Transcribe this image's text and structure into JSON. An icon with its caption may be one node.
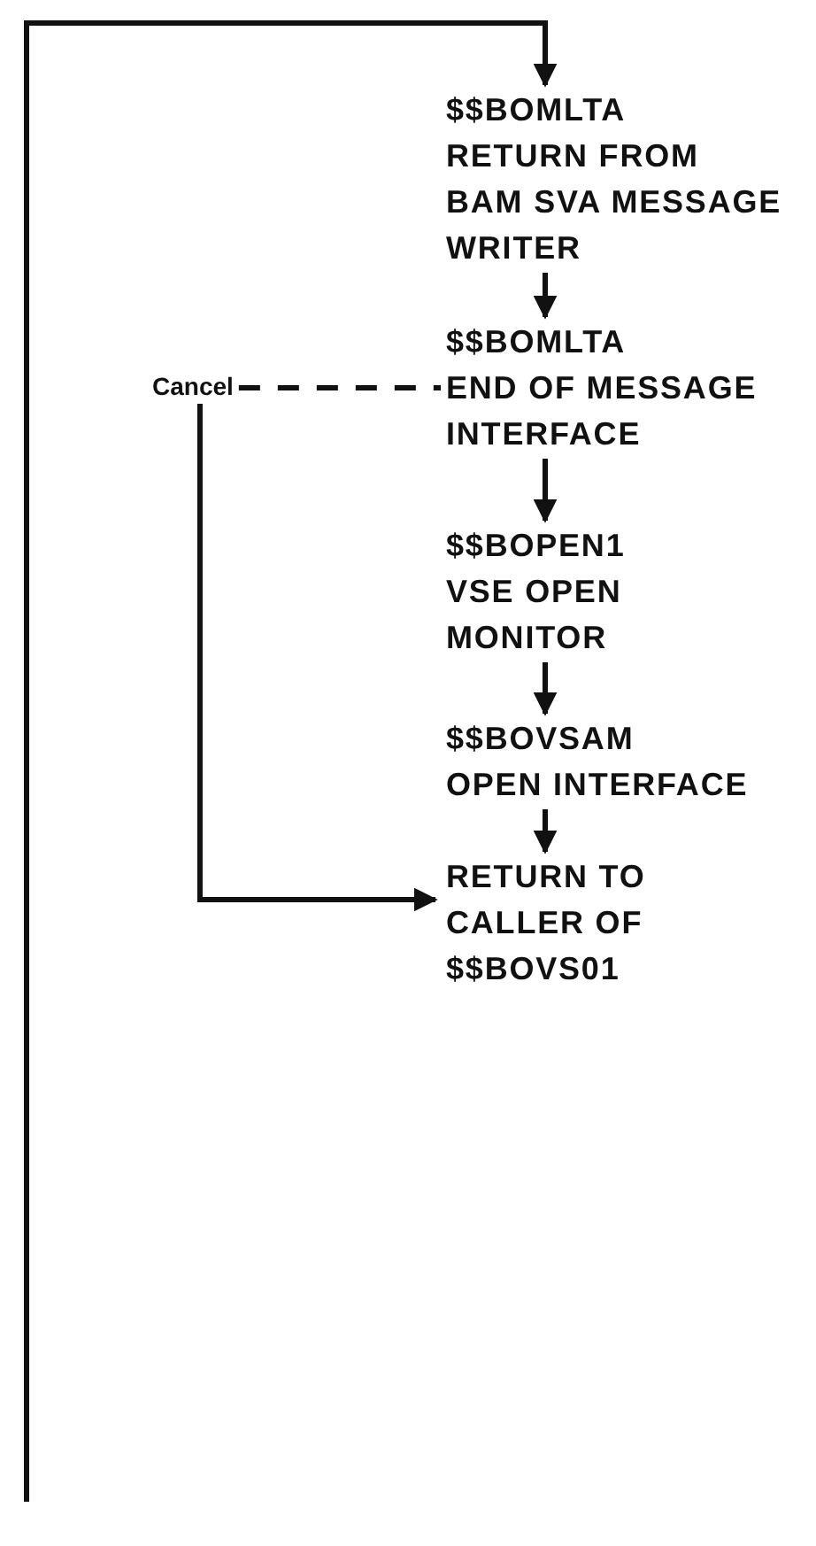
{
  "diagram": {
    "nodes": [
      {
        "text": [
          "$$BOMLTA",
          "RETURN FROM BAM SVA MESSAGE WRITER"
        ]
      },
      {
        "text": [
          "$$BOMLTA",
          "END OF MESSAGE INTERFACE"
        ]
      },
      {
        "text": [
          "Cancel"
        ]
      },
      {
        "text": [
          "$$BOPEN1",
          "VSE OPEN MONITOR"
        ]
      },
      {
        "text": [
          "$$BOVSAM",
          "OPEN INTERFACE"
        ]
      },
      {
        "text": [
          "RETURN TO CALLER OF $$BOVS01"
        ]
      }
    ],
    "edges": [
      {
        "from": null,
        "to": 0,
        "arrow": "to"
      },
      {
        "from": 0,
        "to": 1,
        "arrow": "to"
      },
      {
        "from": 2,
        "to": 1,
        "arrow": "none",
        "style": "dashed"
      },
      {
        "from": 1,
        "to": 3,
        "arrow": "to"
      },
      {
        "from": 3,
        "to": 4,
        "arrow": "to"
      },
      {
        "from": 4,
        "to": 5,
        "arrow": "to"
      },
      {
        "from": 2,
        "to": 5,
        "arrow": "to"
      }
    ]
  }
}
